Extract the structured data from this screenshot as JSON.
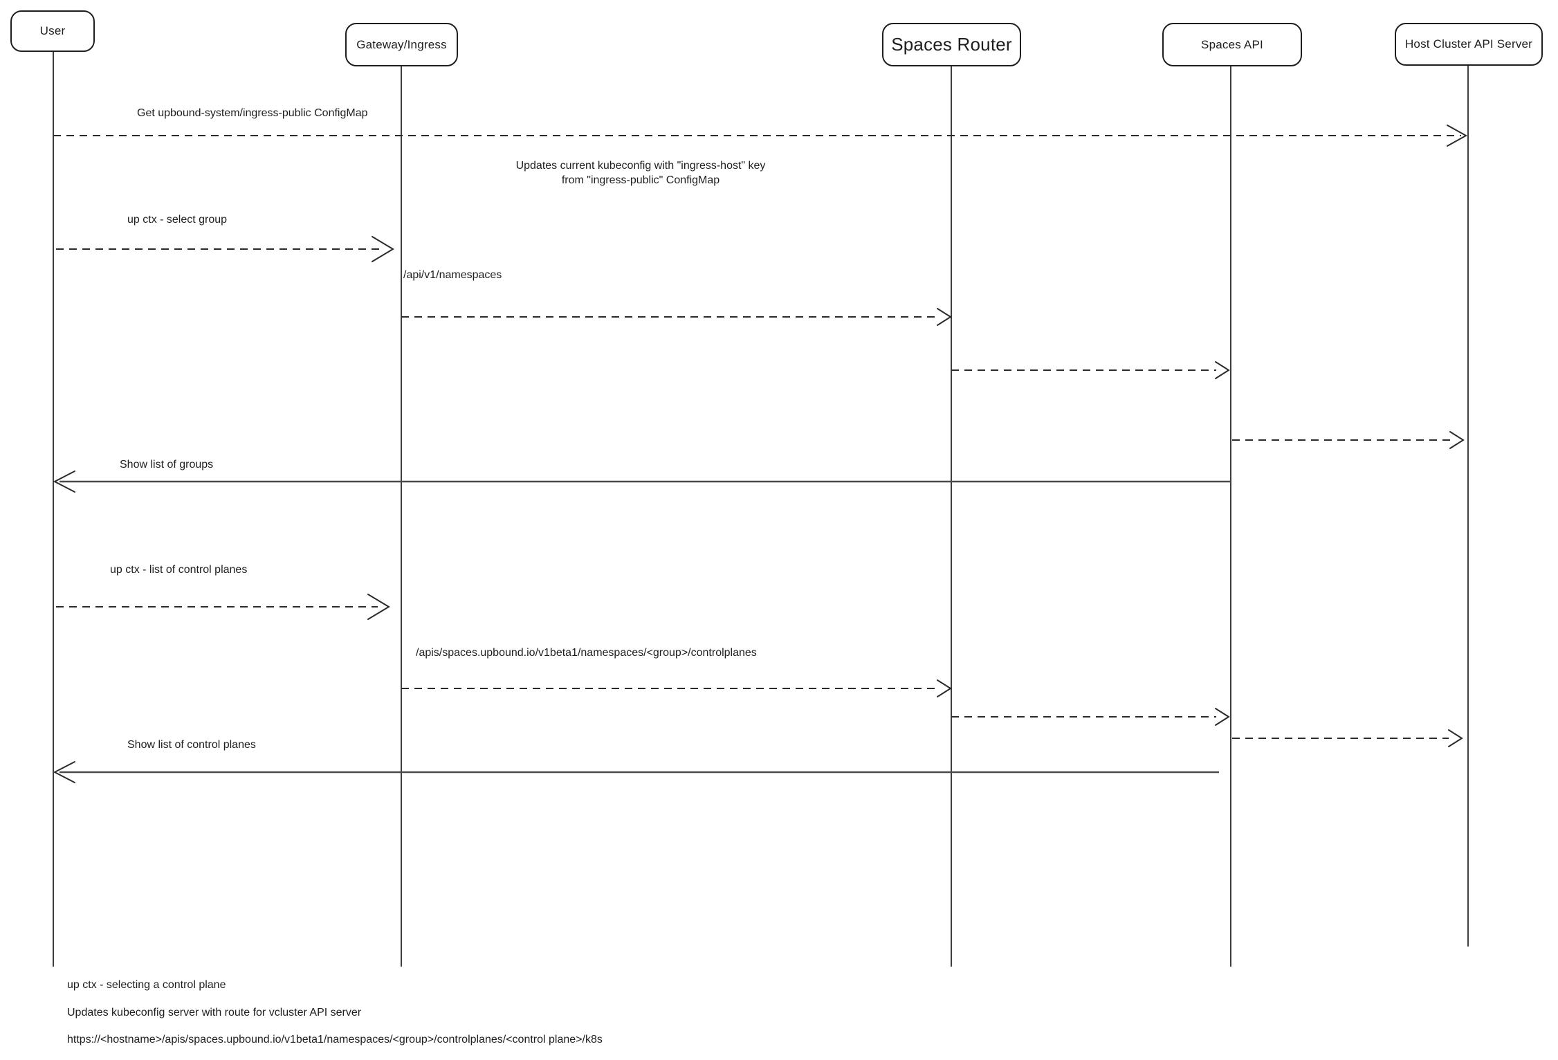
{
  "diagram_type": "sequence-diagram",
  "colors": {
    "stroke": "#1e1e1e",
    "lifeline": "#3d3d3d",
    "solid_return_arrow": "#4a4a4a",
    "background": "#ffffff"
  },
  "actors": [
    {
      "name": "User"
    },
    {
      "name": "Gateway/Ingress"
    },
    {
      "name": "Spaces Router"
    },
    {
      "name": "Spaces API"
    },
    {
      "name": "Host Cluster API Server"
    }
  ],
  "labels": {
    "get_configmap": "Get upbound-system/ingress-public ConfigMap",
    "gateway_note": "Updates current kubeconfig with \"ingress-host\" key\nfrom \"ingress-public\" ConfigMap",
    "select_group": "up ctx - select group",
    "api_namespaces": "/api/v1/namespaces",
    "show_groups": "Show list of groups",
    "list_control_planes": "up ctx - list of control planes",
    "apis_controlplanes": "/apis/spaces.upbound.io/v1beta1/namespaces/<group>/controlplanes",
    "show_control_planes": "Show list of control planes"
  },
  "arrows": [
    {
      "label": "Get upbound-system/ingress-public ConfigMap",
      "from": "User",
      "to": "Host Cluster API Server",
      "style": "dashed"
    },
    {
      "label": "up ctx - select group",
      "from": "User",
      "to": "Gateway/Ingress",
      "style": "dashed"
    },
    {
      "label": "/api/v1/namespaces",
      "from": "Gateway/Ingress",
      "to": "Spaces Router",
      "style": "dashed"
    },
    {
      "label": "",
      "from": "Spaces Router",
      "to": "Spaces API",
      "style": "dashed"
    },
    {
      "label": "",
      "from": "Spaces API",
      "to": "Host Cluster API Server",
      "style": "dashed"
    },
    {
      "label": "Show list of groups",
      "from": "Spaces API",
      "to": "User",
      "style": "solid"
    },
    {
      "label": "up ctx - list of control planes",
      "from": "User",
      "to": "Gateway/Ingress",
      "style": "dashed"
    },
    {
      "label": "/apis/spaces.upbound.io/v1beta1/namespaces/<group>/controlplanes",
      "from": "Gateway/Ingress",
      "to": "Spaces Router",
      "style": "dashed"
    },
    {
      "label": "",
      "from": "Spaces Router",
      "to": "Spaces API",
      "style": "dashed"
    },
    {
      "label": "",
      "from": "Spaces API",
      "to": "Host Cluster API Server",
      "style": "dashed"
    },
    {
      "label": "Show list of control planes",
      "from": "Spaces API",
      "to": "User",
      "style": "solid"
    }
  ],
  "footnotes": [
    {
      "text": "up ctx - selecting a control plane"
    },
    {
      "text": "Updates kubeconfig server with route for vcluster API server"
    },
    {
      "text": "https://<hostname>/apis/spaces.upbound.io/v1beta1/namespaces/<group>/controlplanes/<control plane>/k8s"
    }
  ]
}
